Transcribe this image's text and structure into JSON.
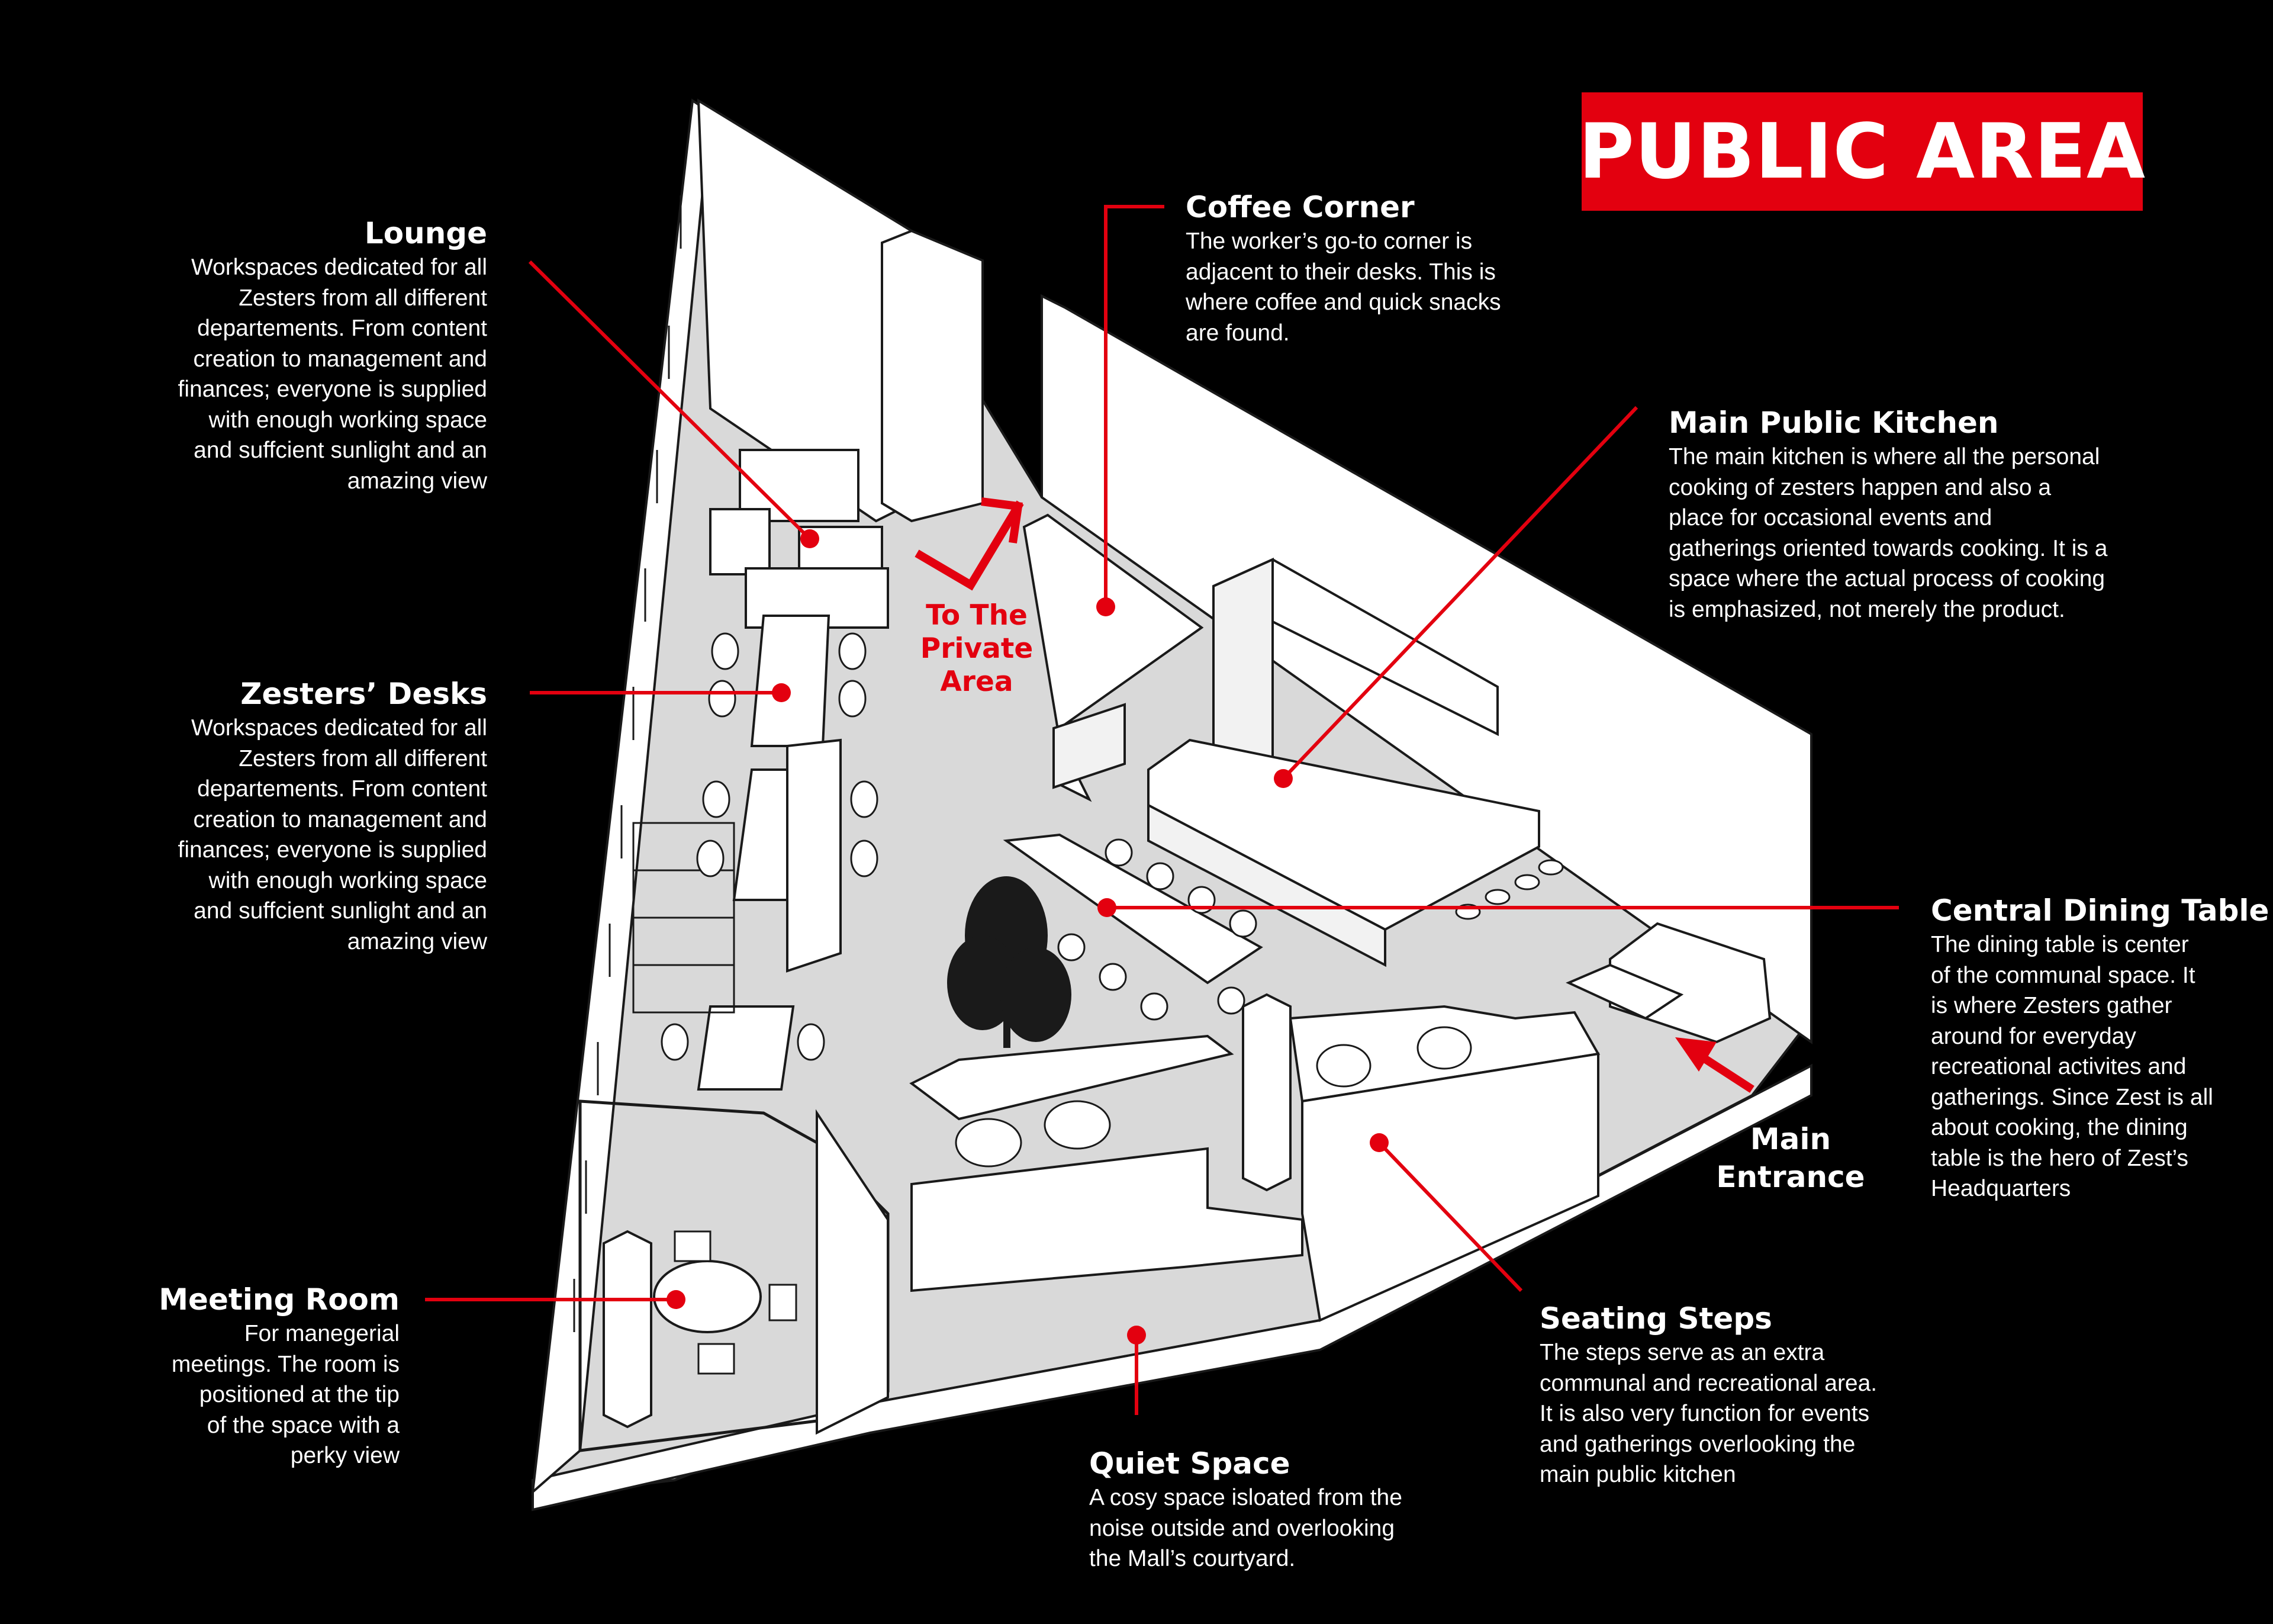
{
  "header": {
    "title": "PUBLIC AREA"
  },
  "colors": {
    "accent": "#e3000f",
    "background": "#000000",
    "text": "#ffffff",
    "floor": "#d9d9d9",
    "wall": "#ffffff",
    "outline": "#1a1a1a",
    "tree": "#1a1a1a"
  },
  "callouts": {
    "lounge": {
      "title": "Lounge",
      "body": "Workspaces dedicated for all\nZesters from all different\ndepartements. From content\ncreation to management and\nfinances; everyone is supplied\nwith enough working space\nand suffcient sunlight and an\namazing view"
    },
    "desks": {
      "title": "Zesters’ Desks",
      "body": "Workspaces dedicated for all\nZesters from all different\ndepartements. From content\ncreation to management and\nfinances; everyone is supplied\nwith enough working space\nand suffcient sunlight and an\namazing view"
    },
    "meeting": {
      "title": "Meeting Room",
      "body": "For manegerial\nmeetings. The room is\npositioned at the tip\nof the space with a\nperky view"
    },
    "coffee": {
      "title": "Coffee Corner",
      "body": "The worker’s go-to corner is\nadjacent to their desks. This is\nwhere coffee and quick snacks\nare found."
    },
    "kitchen": {
      "title": "Main Public Kitchen",
      "body": "The main kitchen is where all the personal\ncooking of zesters  happen and also a\nplace for occasional events and\ngatherings oriented towards cooking. It is a\nspace where the actual process of cooking\nis emphasized, not merely the product."
    },
    "dining": {
      "title": "Central Dining Table",
      "body": "The dining table is center\nof the communal space. It\nis where Zesters gather\naround for everyday\nrecreational activites and\ngatherings. Since Zest is all\nabout cooking, the dining\ntable is the hero of Zest’s\nHeadquarters"
    },
    "steps": {
      "title": "Seating Steps",
      "body": "The steps serve as an extra\ncommunal and recreational area.\nIt is also very function for events\nand gatherings overlooking the\nmain public kitchen"
    },
    "quiet": {
      "title": "Quiet Space",
      "body": "A cosy space isloated from the\nnoise outside and overlooking\nthe Mall’s courtyard."
    }
  },
  "labels": {
    "private_area": "To The\nPrivate\nArea",
    "main_entrance": "Main\nEntrance"
  }
}
